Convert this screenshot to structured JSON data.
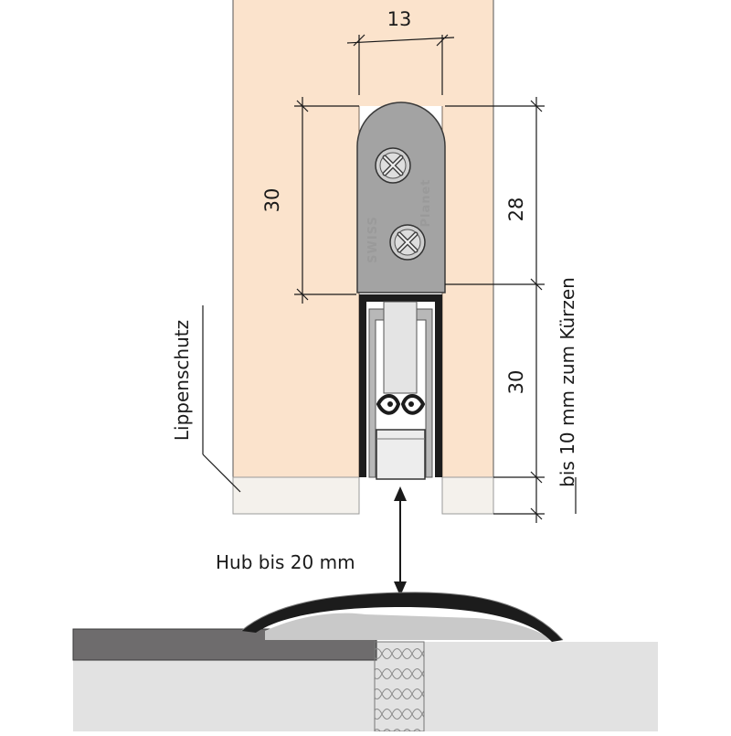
{
  "diagram": {
    "dimensions": {
      "width_top": "13",
      "height_left": "30",
      "height_right_upper": "28",
      "height_right_lower": "30"
    },
    "labels": {
      "lip_protection": "Lippenschutz",
      "shorten_note": "bis 10 mm zum Kürzen",
      "stroke_note": "Hub bis 20 mm"
    },
    "brand": {
      "name": "Planet",
      "origin": "SWISS"
    },
    "colors": {
      "door_wood": "#fbe3cc",
      "lip_guard": "#f4f1ec",
      "plate_metal": "#a3a3a3",
      "floor_grey": "#6e6c6d",
      "floor_light": "#e2e2e2",
      "threshold_dark": "#1c1c1c",
      "seal_grey": "#c9c9c9"
    }
  }
}
